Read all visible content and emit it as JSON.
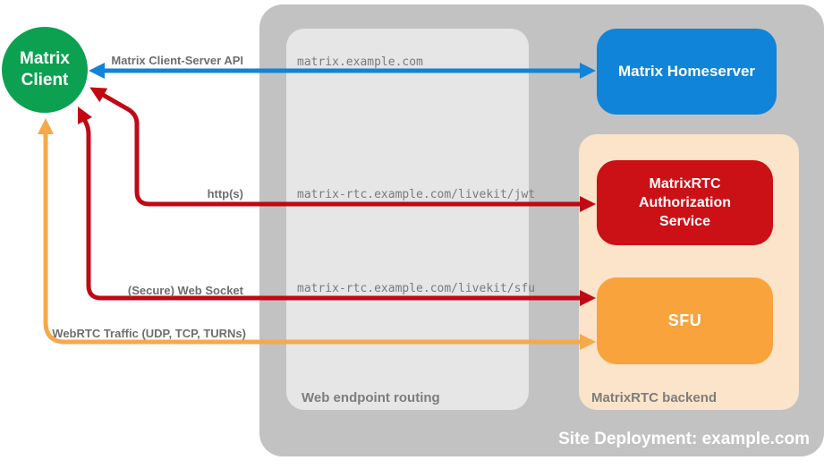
{
  "nodes": {
    "client": {
      "line1": "Matrix",
      "line2": "Client"
    },
    "homeserver": {
      "label": "Matrix Homeserver"
    },
    "auth_service": {
      "line1": "MatrixRTC",
      "line2": "Authorization",
      "line3": "Service"
    },
    "sfu": {
      "label": "SFU"
    }
  },
  "groups": {
    "site": {
      "label": "Site Deployment: example.com"
    },
    "routing": {
      "label": "Web endpoint routing"
    },
    "backend": {
      "label": "MatrixRTC backend"
    }
  },
  "connections": [
    {
      "label": "Matrix Client-Server API",
      "route": "matrix.example.com",
      "color": "#1084d8"
    },
    {
      "label": "http(s)",
      "route": "matrix-rtc.example.com/livekit/jwt",
      "color": "#c00914"
    },
    {
      "label": "(Secure) Web Socket",
      "route": "matrix-rtc.example.com/livekit/sfu",
      "color": "#c00914"
    },
    {
      "label": "WebRTC Traffic (UDP, TCP, TURNs)",
      "route": "",
      "color": "#f7a94a"
    }
  ],
  "colors": {
    "client_green": "#0ba150",
    "homeserver_blue": "#1084d8",
    "auth_red": "#cb1116",
    "arrow_red": "#c00914",
    "sfu_orange": "#f8a33c",
    "arrow_orange": "#f7a94a",
    "backend_peach": "#fbe4c9",
    "site_gray": "#c2c2c2",
    "routing_gray": "#e6e6e6",
    "label_gray": "#6e6e6e",
    "route_text_gray": "#7a7a7a"
  }
}
